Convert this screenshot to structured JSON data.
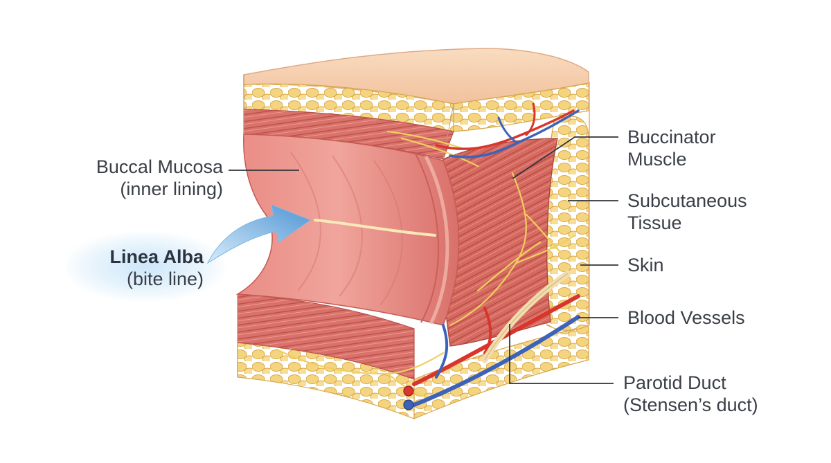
{
  "colors": {
    "label_text": "#3a3f47",
    "leader_line": "#2f3338",
    "arrow_blue": "#5b9ed8",
    "arrow_light": "#cfe6f8",
    "mucosa": "#e7867f",
    "mucosa_light": "#f3b3a9",
    "fat": "#f2cf78",
    "skin_top": "#f7d2b0",
    "muscle": "#d96c63",
    "artery": "#d8362c",
    "vein": "#3d63b8",
    "nerve": "#f0d36a"
  },
  "labels": {
    "buccal_mucosa": {
      "line1": "Buccal Mucosa",
      "line2": "(inner lining)"
    },
    "linea_alba": {
      "line1": "Linea Alba",
      "line2": "(bite line)"
    },
    "buccinator": {
      "line1": "Buccinator",
      "line2": "Muscle"
    },
    "subcutaneous": {
      "line1": "Subcutaneous",
      "line2": "Tissue"
    },
    "skin": {
      "line1": "Skin"
    },
    "blood_vessels": {
      "line1": "Blood Vessels"
    },
    "parotid_duct": {
      "line1": "Parotid Duct",
      "line2": "(Stensen’s duct)"
    }
  },
  "icons": {
    "pointer_arrow": "curved-arrow-icon"
  }
}
